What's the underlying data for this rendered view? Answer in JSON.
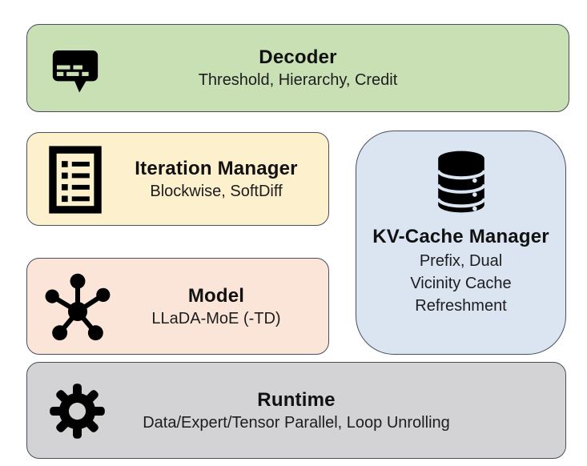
{
  "diagram": {
    "background": "#ffffff",
    "border_color": "#454f5e",
    "title_color": "#111111",
    "subtitle_color": "#1d1d1d",
    "boxes": {
      "decoder": {
        "title": "Decoder",
        "subtitle": "Threshold, Hierarchy, Credit",
        "fill": "#c8e0b4",
        "icon": "chat-caption-icon"
      },
      "iteration_manager": {
        "title": "Iteration Manager",
        "subtitle": "Blockwise, SoftDiff",
        "fill": "#fdf0cd",
        "icon": "checklist-icon"
      },
      "kv_cache_manager": {
        "title": "KV-Cache Manager",
        "subtitle_lines": [
          "Prefix, Dual",
          "Vicinity Cache",
          "Refreshment"
        ],
        "fill": "#dbe4f1",
        "icon": "database-icon"
      },
      "model": {
        "title": "Model",
        "subtitle": "LLaDA-MoE (-TD)",
        "fill": "#fbe5d8",
        "icon": "network-graph-icon"
      },
      "runtime": {
        "title": "Runtime",
        "subtitle": "Data/Expert/Tensor Parallel, Loop Unrolling",
        "fill": "#d3d2d4",
        "icon": "gear-icon"
      }
    }
  }
}
